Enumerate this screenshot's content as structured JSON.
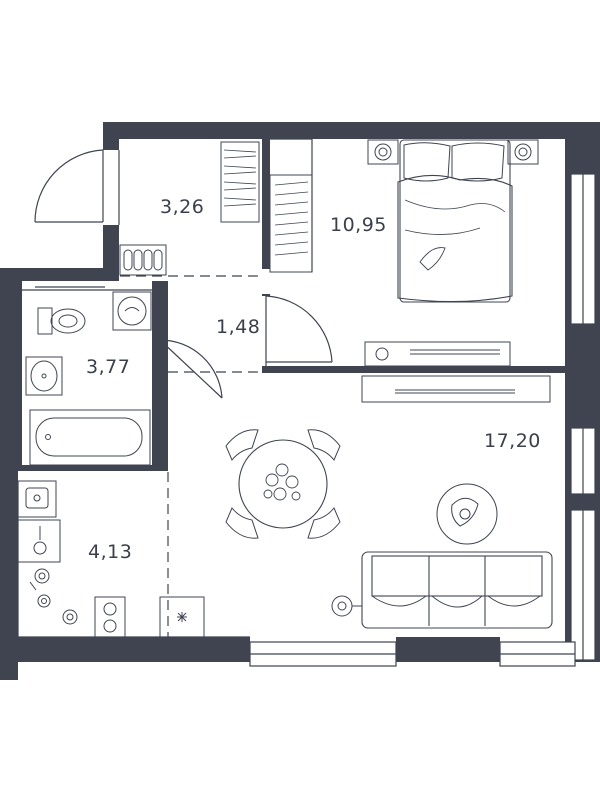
{
  "floorplan": {
    "colors": {
      "wall": "#3f4450",
      "line": "#3f4450",
      "background": "#ffffff"
    },
    "rooms": [
      {
        "id": "hallway",
        "area": "3,26"
      },
      {
        "id": "bedroom",
        "area": "10,95"
      },
      {
        "id": "corridor",
        "area": "1,48"
      },
      {
        "id": "bathroom",
        "area": "3,77"
      },
      {
        "id": "living",
        "area": "17,20"
      },
      {
        "id": "kitchen",
        "area": "4,13"
      }
    ],
    "icons": [
      "door-swing-icon",
      "wardrobe-icon",
      "shoe-rack-icon",
      "bed-icon",
      "pillow-icon",
      "lamp-icon",
      "tv-icon",
      "toilet-icon",
      "washing-machine-icon",
      "sink-icon",
      "bathtub-icon",
      "dining-table-icon",
      "chair-icon",
      "plant-icon",
      "rug-icon",
      "sofa-icon",
      "floor-lamp-icon",
      "stove-icon",
      "kitchen-sink-icon",
      "fridge-icon",
      "stool-icon"
    ]
  }
}
